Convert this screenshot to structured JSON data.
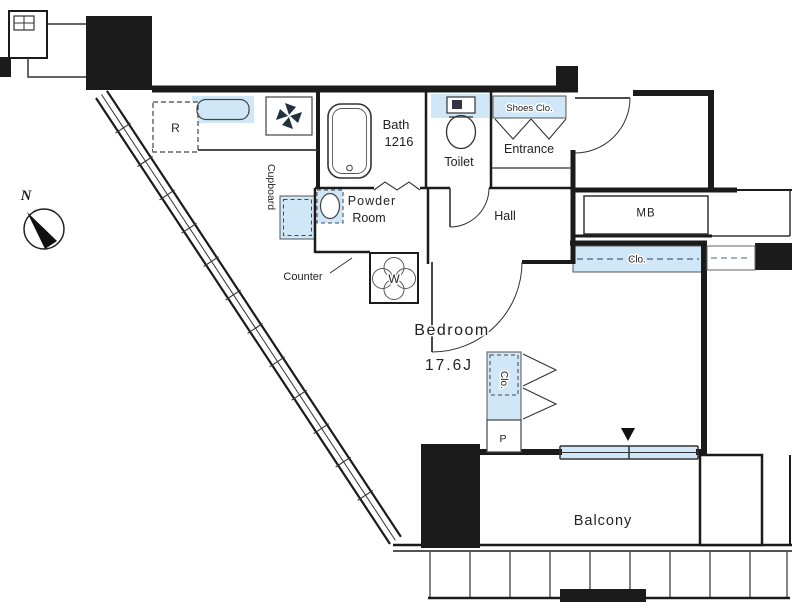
{
  "labels": {
    "compass": "N",
    "refrigerator": "R",
    "bath_name": "Bath",
    "bath_size": "1216",
    "toilet": "Toilet",
    "shoes_closet": "Shoes Clo.",
    "entrance": "Entrance",
    "hall": "Hall",
    "powder_room_line1": "Powder",
    "powder_room_line2": "Room",
    "cupboard": "Cupboard",
    "counter": "Counter",
    "washing_machine": "W",
    "meter_box": "MB",
    "closet_bedroom_wall": "Clo.",
    "closet_middle": "Clo.",
    "pipe_space": "P",
    "bedroom_name": "Bedroom",
    "bedroom_size": "17.6J",
    "balcony": "Balcony"
  },
  "colors": {
    "wall": "#1b1b1b",
    "fixture_blue": "#cfe7f6",
    "dash_blue": "#4a5f8a",
    "line": "#333333",
    "background": "#ffffff"
  }
}
